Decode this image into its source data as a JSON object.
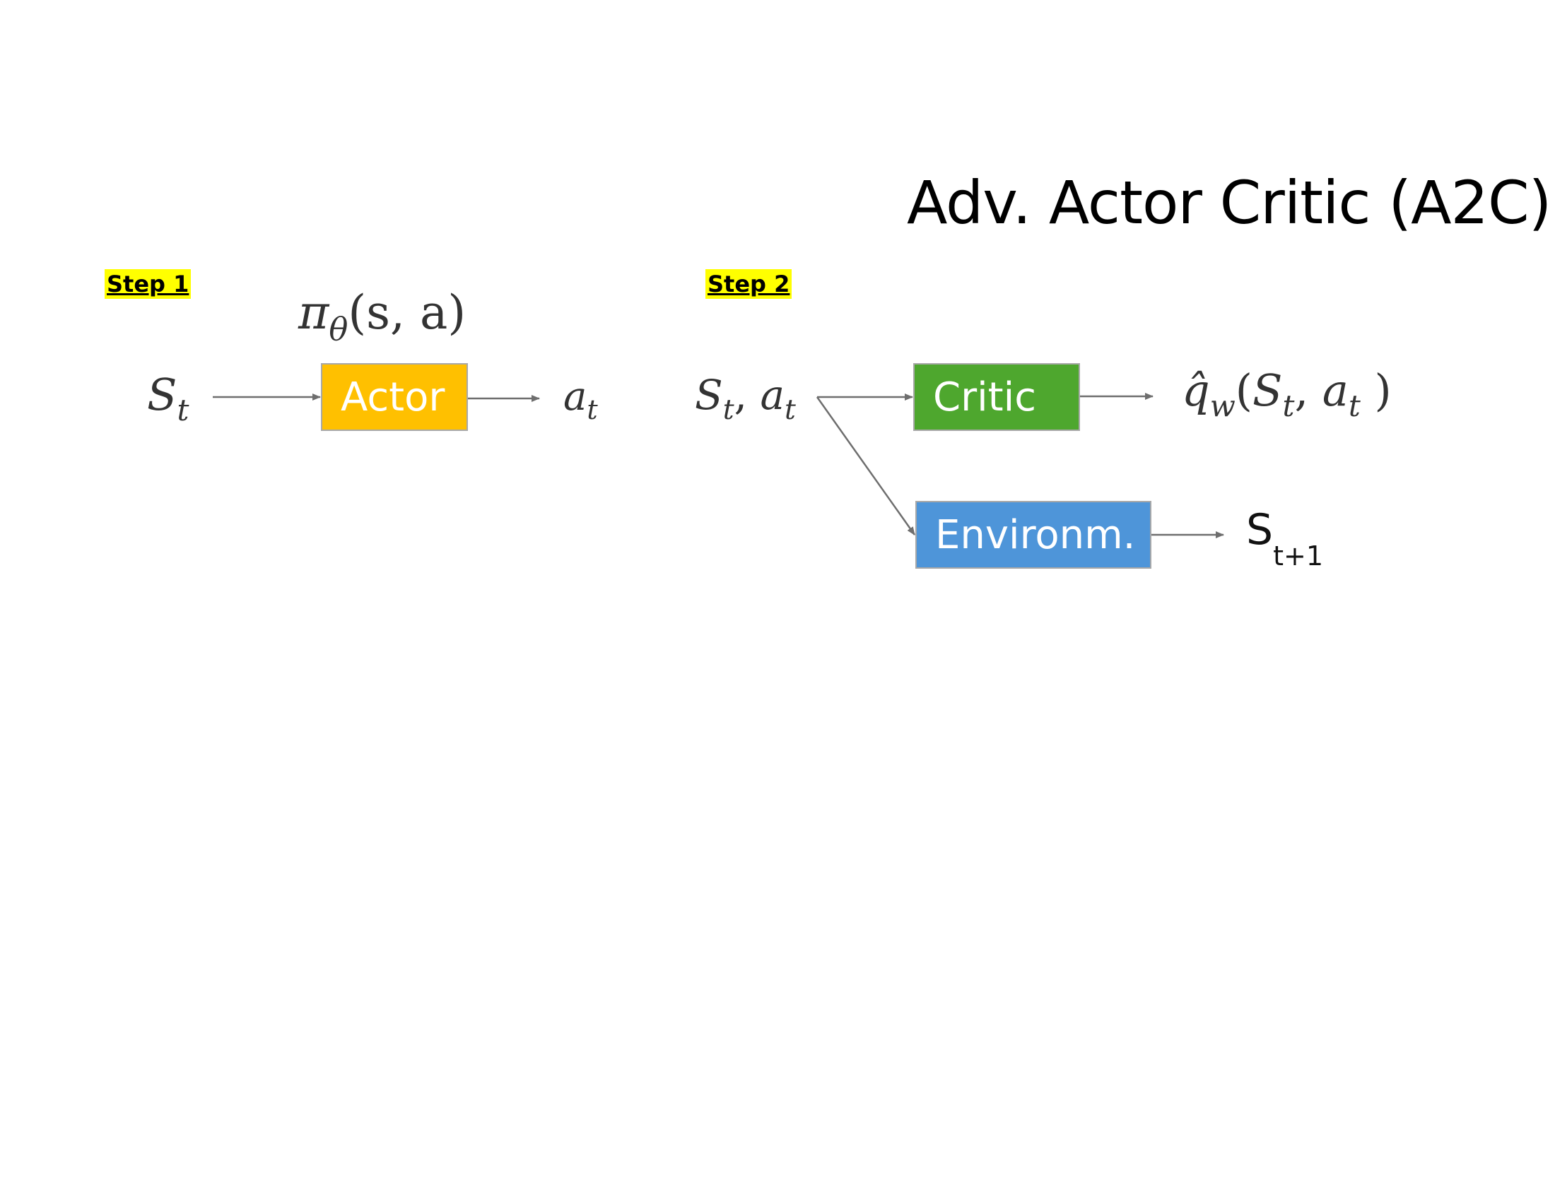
{
  "title": "Adv. Actor Critic (A2C)",
  "steps": [
    {
      "label": "Step 1",
      "input": {
        "main": "S",
        "sub": "t"
      },
      "policy": {
        "symbol": "π",
        "sub": "θ",
        "args": "(s, a)"
      },
      "box_label": "Actor",
      "output": {
        "main": "a",
        "sub": "t"
      }
    },
    {
      "label": "Step 2",
      "input": {
        "s_main": "S",
        "s_sub": "t",
        "sep": ",",
        "a_main": "a",
        "a_sub": "t"
      },
      "critic_label": "Critic",
      "critic_output": {
        "func": "q̂",
        "sub": "w",
        "open": "(",
        "s_main": "S",
        "s_sub": "t",
        "sep": ",",
        "a_main": "a",
        "a_sub": "t",
        "close": ")"
      },
      "env_label": "Environm.",
      "env_output": {
        "main": "S",
        "sub": "t+1"
      }
    }
  ],
  "colors": {
    "actor": "#ffc000",
    "critic": "#4ea72e",
    "environment": "#4e95d9",
    "highlight": "#ffff00",
    "arrow": "#6e6e6e"
  }
}
